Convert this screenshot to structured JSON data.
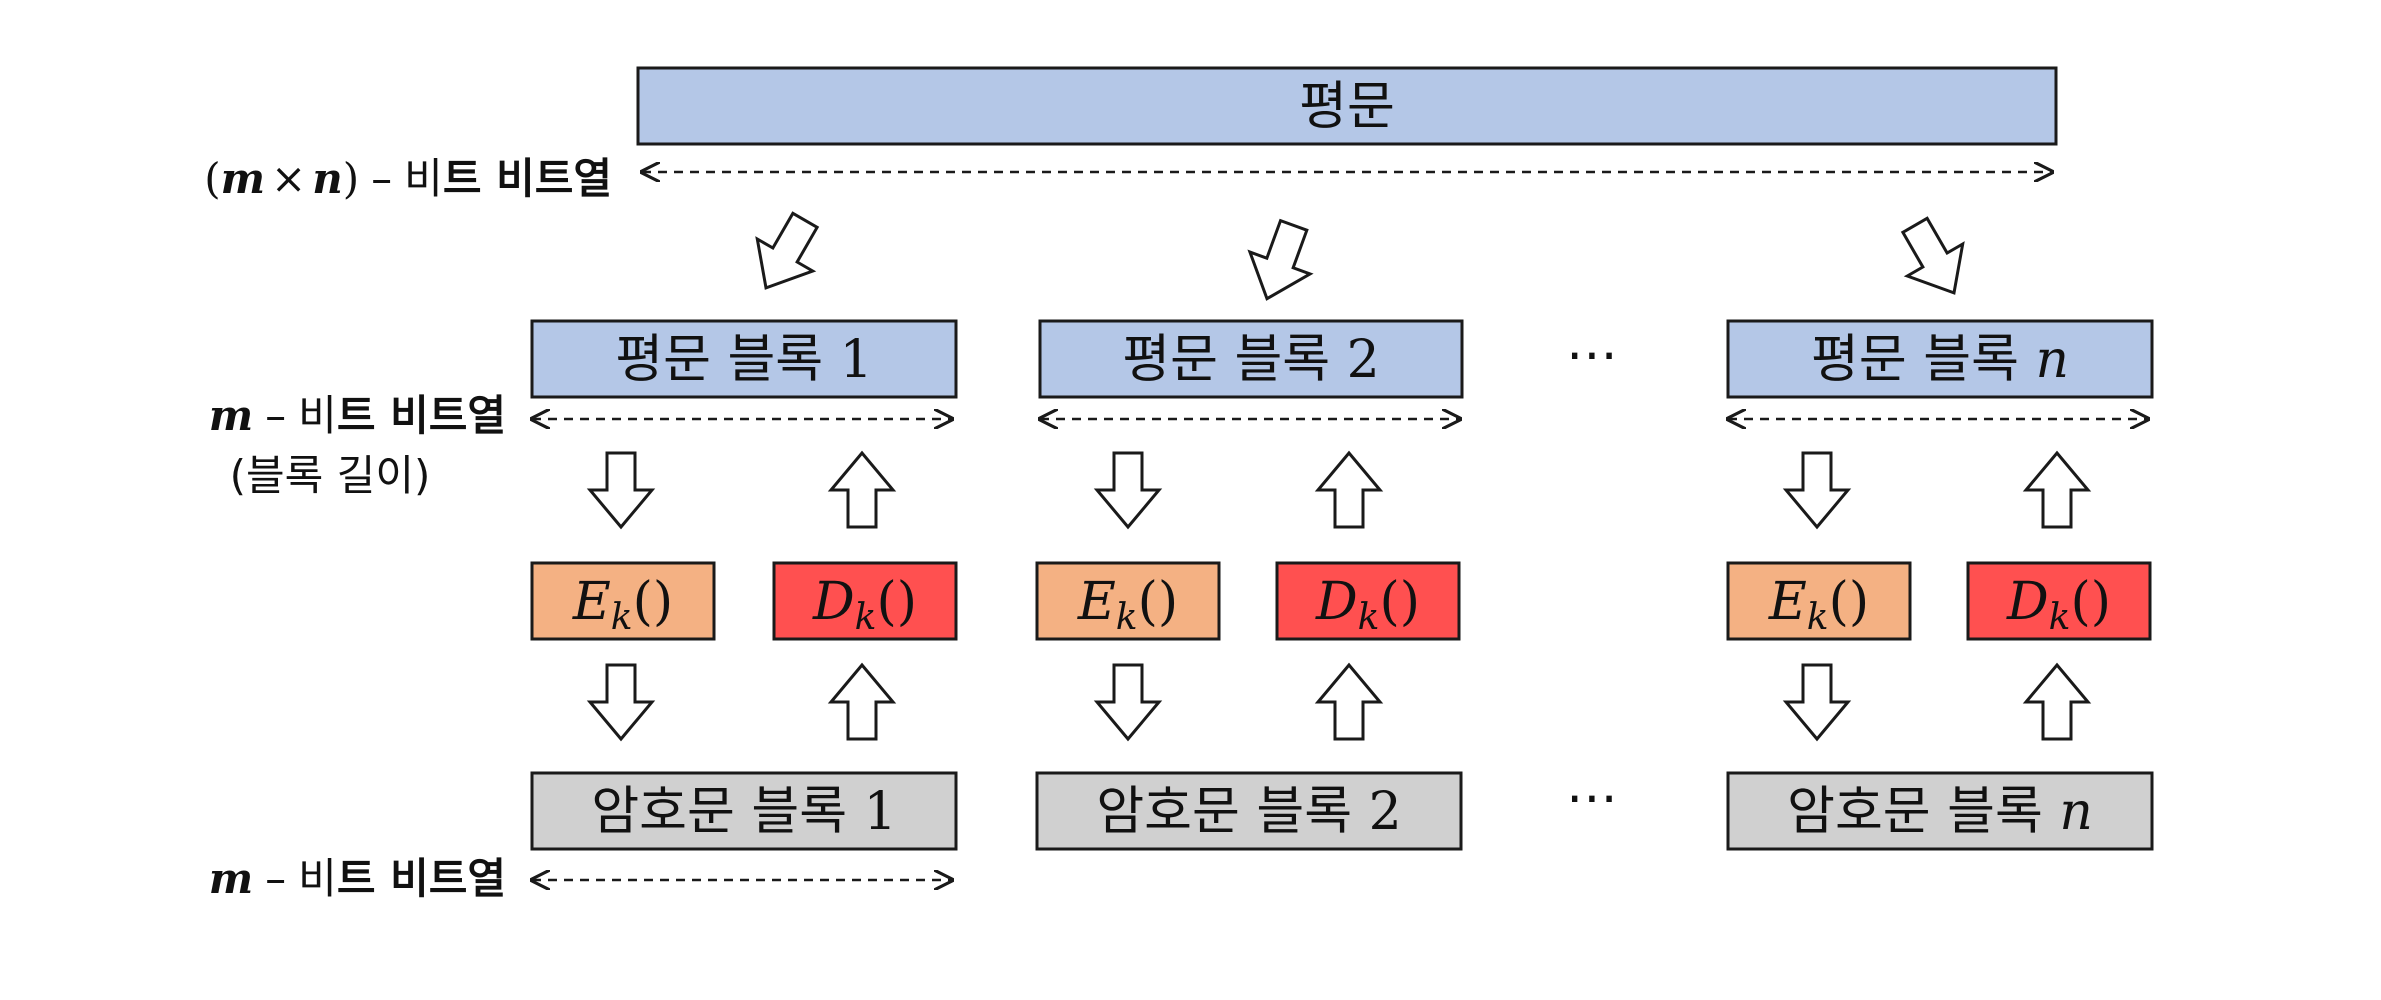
{
  "colors": {
    "plaintext": "#b4c7e7",
    "encrypt": "#f4b183",
    "decrypt": "#ff5050",
    "ciphertext": "#d0d0d0",
    "stroke": "#1a1a1a"
  },
  "plaintext": {
    "label": "평문"
  },
  "labels": {
    "total_bits": {
      "var_open": "(",
      "m": "m",
      "times": "×",
      "n": "n",
      "var_close": ")",
      "dash": "–",
      "bit": "비",
      "rest": "트 비트열"
    },
    "block_bits": {
      "m": "m",
      "dash": "–",
      "bit": "비",
      "rest": "트 비트열"
    },
    "block_length": "(블록 길이)",
    "cipher_bits": {
      "m": "m",
      "dash": "–",
      "bit": "비",
      "rest": "트 비트열"
    }
  },
  "ellipsis": "⋯",
  "blocks": [
    {
      "plain": {
        "text": "평문 블록 ",
        "index": "1"
      },
      "enc": {
        "name": "E",
        "sub": "k",
        "paren": "()"
      },
      "dec": {
        "name": "D",
        "sub": "k",
        "paren": "()"
      },
      "cipher": {
        "text": "암호문 블록 ",
        "index": "1"
      }
    },
    {
      "plain": {
        "text": "평문 블록 ",
        "index": "2"
      },
      "enc": {
        "name": "E",
        "sub": "k",
        "paren": "()"
      },
      "dec": {
        "name": "D",
        "sub": "k",
        "paren": "()"
      },
      "cipher": {
        "text": "암호문 블록 ",
        "index": "2"
      }
    },
    {
      "plain": {
        "text": "평문 블록 ",
        "index": "n"
      },
      "enc": {
        "name": "E",
        "sub": "k",
        "paren": "()"
      },
      "dec": {
        "name": "D",
        "sub": "k",
        "paren": "()"
      },
      "cipher": {
        "text": "암호문 블록 ",
        "index": "n"
      }
    }
  ]
}
